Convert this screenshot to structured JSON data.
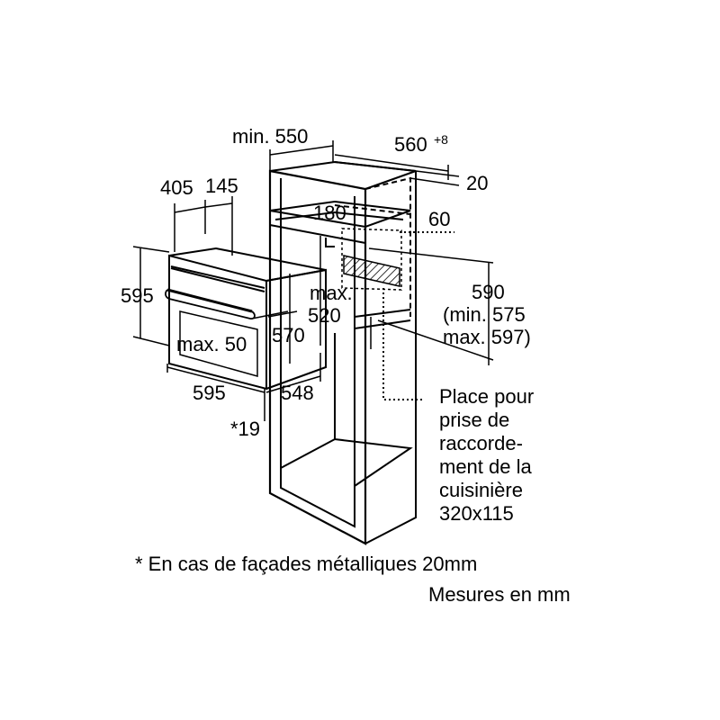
{
  "labels": {
    "min550": "min. 550",
    "w560": "560",
    "w560_sup": "+8",
    "d20": "20",
    "d405": "405",
    "d145": "145",
    "d180": "180",
    "d60": "60",
    "h595_left": "595",
    "max_top": "max.",
    "max520": "520",
    "d590": "590",
    "min575": "(min. 575",
    "max597": "max. 597)",
    "max50": "max. 50",
    "d570": "570",
    "w595_bottom": "595",
    "d548": "548",
    "star19": "*19"
  },
  "place_note": {
    "lines": [
      "Place pour",
      "prise de",
      "raccorde-",
      "ment de la",
      "cuisinière",
      "320x115"
    ]
  },
  "footnote": "* En cas de façades métalliques 20mm",
  "units_note": "Mesures en mm",
  "colors": {
    "line": "#000000",
    "hatch": "#000000",
    "background": "#ffffff"
  }
}
